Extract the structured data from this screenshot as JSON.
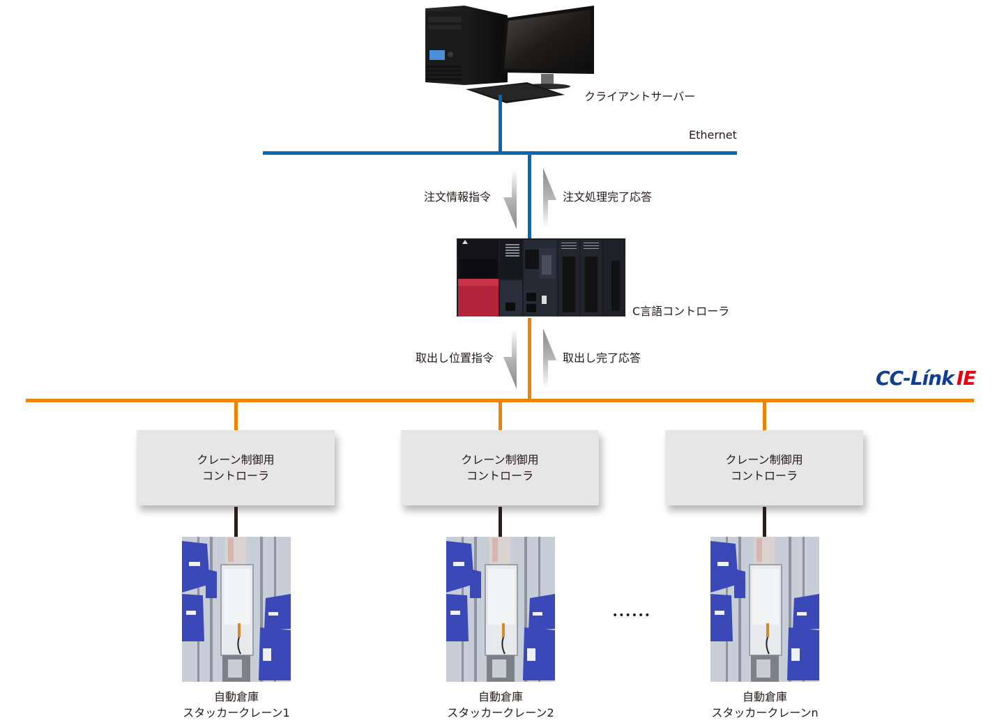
{
  "devices": {
    "client_server": {
      "label": "クライアントサーバー"
    },
    "c_controller": {
      "label": "C言語コントローラ"
    }
  },
  "networks": {
    "ethernet": {
      "label": "Ethernet",
      "color": "#0068b7"
    },
    "cclink": {
      "label_main": "CC-Línk",
      "label_accent": "IE",
      "color": "#ef8200",
      "logo_blue": "#0f3f93",
      "logo_red": "#e60012"
    }
  },
  "messages": {
    "order_command": "注文情報指令",
    "order_complete_reply": "注文処理完了応答",
    "pick_position_command": "取出し位置指令",
    "pick_complete_reply": "取出し完了応答"
  },
  "crane_controllers": [
    {
      "line1": "クレーン制御用",
      "line2": "コントローラ"
    },
    {
      "line1": "クレーン制御用",
      "line2": "コントローラ"
    },
    {
      "line1": "クレーン制御用",
      "line2": "コントローラ"
    }
  ],
  "stacker_cranes": [
    {
      "line1": "自動倉庫",
      "line2": "スタッカークレーン1"
    },
    {
      "line1": "自動倉庫",
      "line2": "スタッカークレーン2"
    },
    {
      "line1": "自動倉庫",
      "line2": "スタッカークレーンn"
    }
  ],
  "ellipsis": "••••••"
}
